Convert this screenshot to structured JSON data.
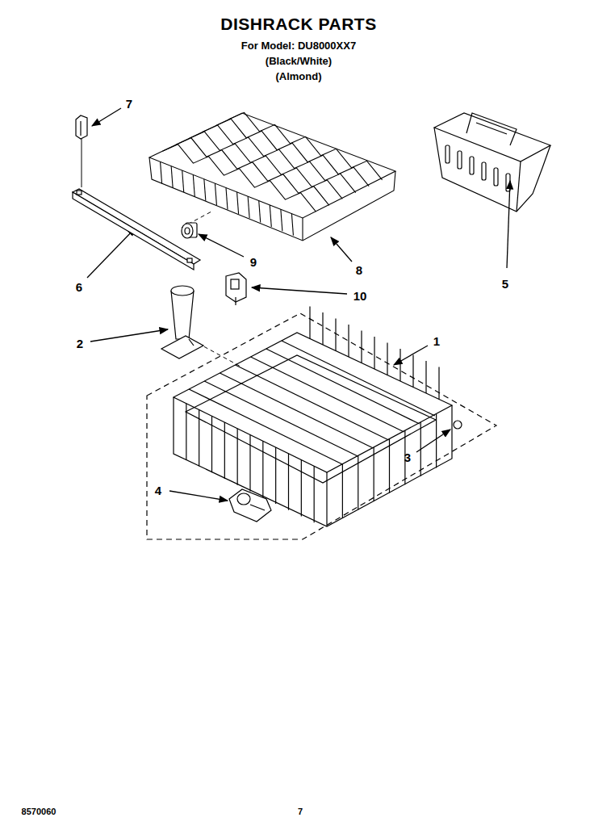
{
  "diagram": {
    "title": "DISHRACK PARTS",
    "labels": [
      "For Model: DU8000XX7",
      "(Black/White)",
      "(Almond)",
      "7",
      "6",
      "9",
      "8",
      "10",
      "5",
      "2",
      "1",
      "3",
      "4",
      "8570060",
      "7"
    ]
  }
}
